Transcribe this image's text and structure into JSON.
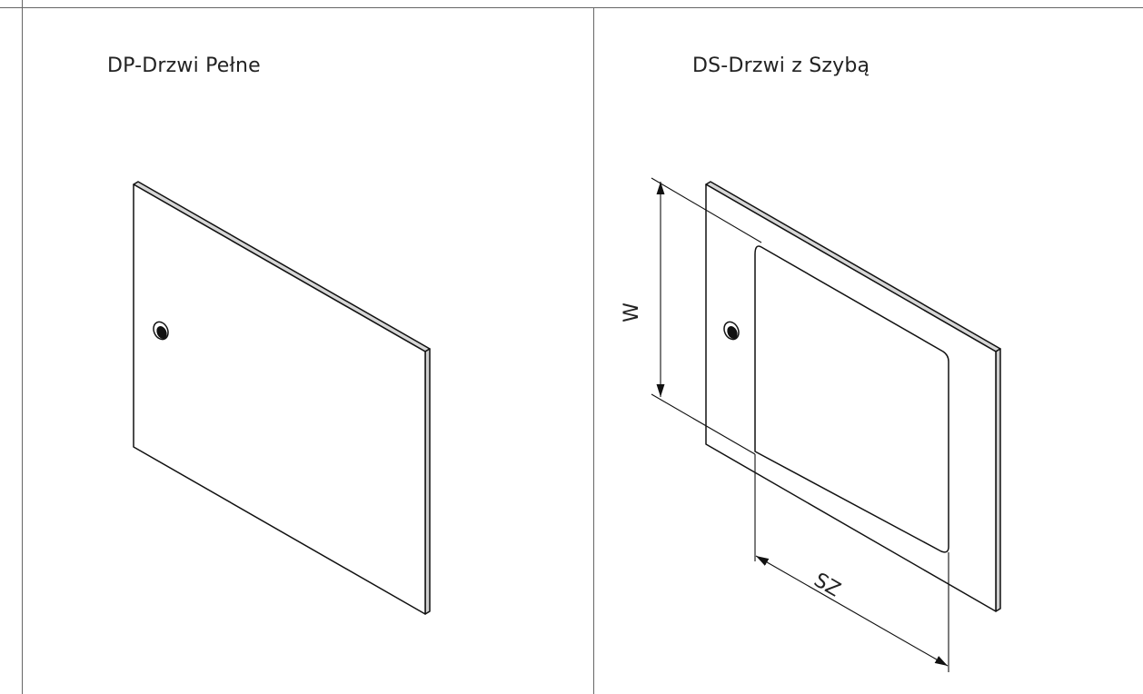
{
  "panels": {
    "left": {
      "title": "DP-Drzwi Pełne"
    },
    "right": {
      "title": "DS-Drzwi z Szybą",
      "dimensions": {
        "height_label": "W",
        "width_label": "SZ"
      }
    }
  },
  "colors": {
    "frame": "#666666",
    "line": "#111111",
    "panel_fill": "#ffffff",
    "edge_fill": "#d6d6d6"
  }
}
